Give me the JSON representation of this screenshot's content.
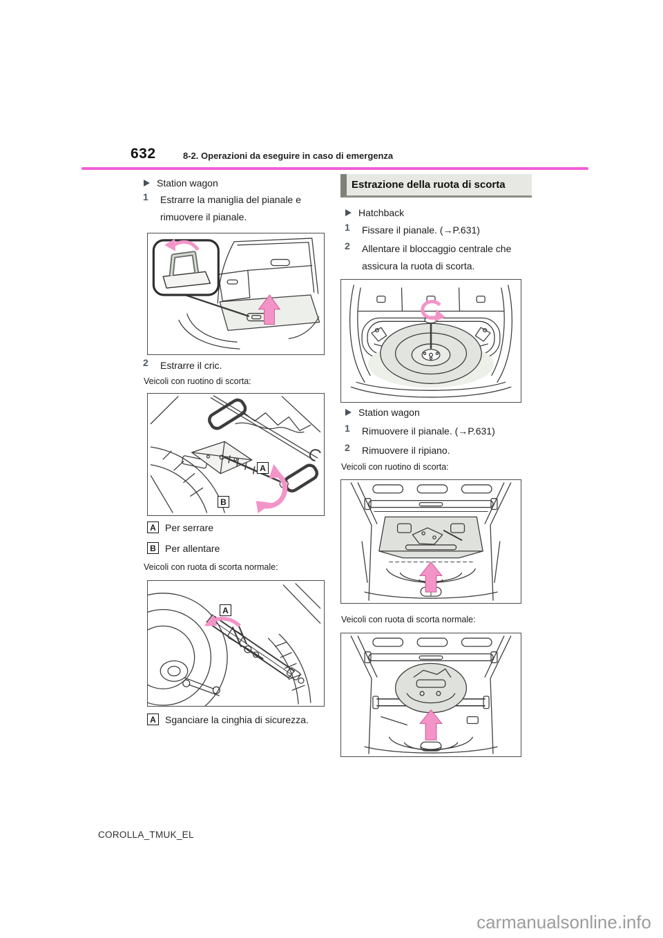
{
  "page": {
    "number": "632",
    "chapter_title": "8-2. Operazioni da eseguire in caso di emergenza",
    "footer_code": "COROLLA_TMUK_EL",
    "watermark": "carmanualsonline.info"
  },
  "colors": {
    "rule_pink": "#f05fd8",
    "arrow_pink": "#f394c8",
    "heading_bg": "#e7e8e3",
    "heading_bar": "#7f8078",
    "step_number_gray": "#4f5a61"
  },
  "left_column": {
    "variant1": "Station wagon",
    "step1": {
      "num": "1",
      "lines": [
        "Estrarre la maniglia del pianale e",
        "rimuovere il pianale."
      ]
    },
    "step2": {
      "num": "2",
      "text": "Estrarre il cric."
    },
    "note1": "Veicoli con ruotino di scorta:",
    "legend_a": {
      "key": "A",
      "text": "Per serrare"
    },
    "legend_b": {
      "key": "B",
      "text": "Per allentare"
    },
    "note2": "Veicoli con ruota di scorta normale:",
    "legend_a2": {
      "key": "A",
      "text": "Sganciare la cinghia di sicurezza."
    }
  },
  "right_column": {
    "section_title": "Estrazione della ruota di scorta",
    "variant1": "Hatchback",
    "h_step1": {
      "num": "1",
      "text": "Fissare il pianale. (→P.631)"
    },
    "h_step2": {
      "num": "2",
      "lines": [
        "Allentare il bloccaggio centrale che",
        "assicura la ruota di scorta."
      ]
    },
    "variant2": "Station wagon",
    "sw_step1": {
      "num": "1",
      "text": "Rimuovere il pianale. (→P.631)"
    },
    "sw_step2": {
      "num": "2",
      "text": "Rimuovere il ripiano."
    },
    "note1": "Veicoli con ruotino di scorta:",
    "note2": "Veicoli con ruota di scorta normale:"
  },
  "figure_labels": {
    "fig2_a": "A",
    "fig2_b": "B",
    "fig3_a": "A"
  }
}
